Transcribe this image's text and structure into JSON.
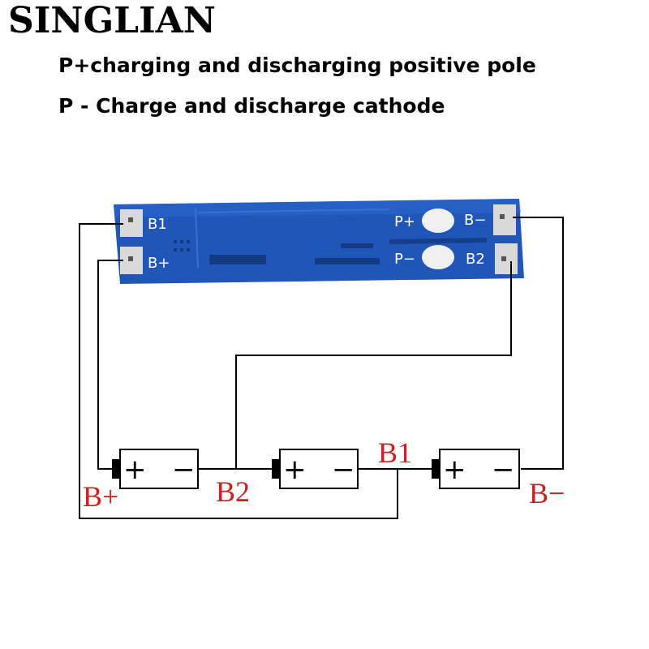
{
  "brand": "SINGLIAN",
  "notes": {
    "line1": "P+charging and discharging positive pole",
    "line2": "P - Charge and discharge cathode"
  },
  "board": {
    "pad_b1": "B1",
    "pad_bplus": "B+",
    "pad_pplus": "P+",
    "pad_pminus": "P−",
    "pad_bminus": "B−",
    "pad_b2": "B2"
  },
  "cells": [
    {
      "plus": "+",
      "minus": "−"
    },
    {
      "plus": "+",
      "minus": "−"
    },
    {
      "plus": "+",
      "minus": "−"
    }
  ],
  "node_labels": {
    "bplus": "B+",
    "b2": "B2",
    "b1": "B1",
    "bminus": "B−"
  },
  "colors": {
    "pcb": "#1f56b8",
    "label_red": "#cc1f1f",
    "wire": "#000000",
    "pad": "#d9d9d9"
  }
}
